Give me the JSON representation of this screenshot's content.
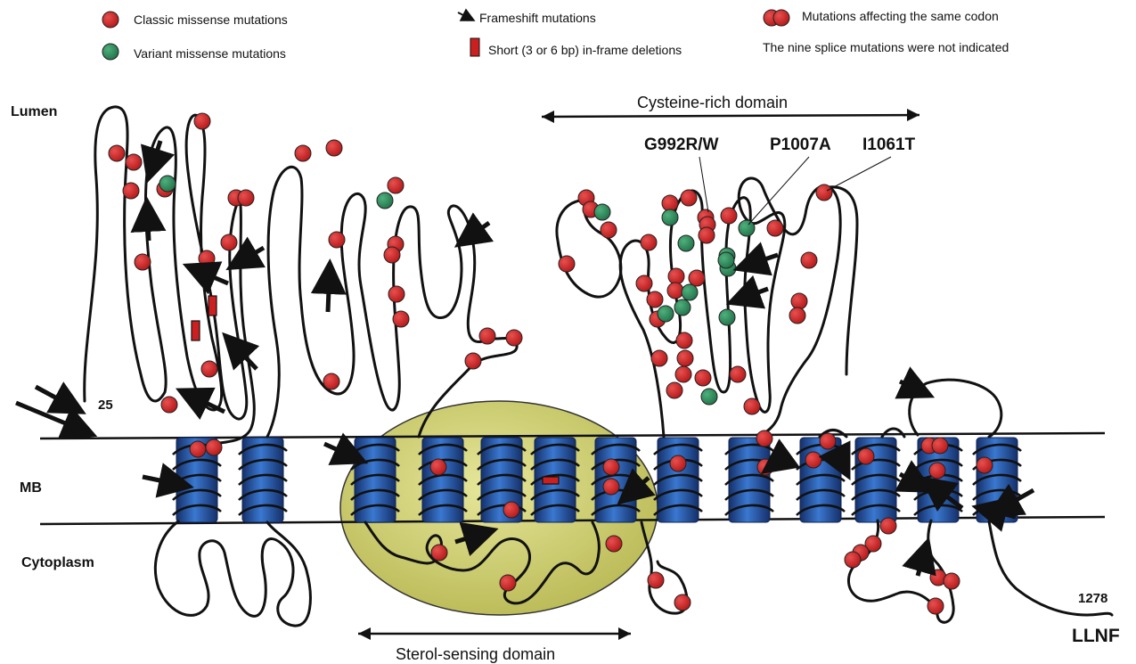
{
  "legend": {
    "classic": "Classic missense  mutations",
    "variant": "Variant missense mutations",
    "frameshift": "Frameshift mutations",
    "deletion": "Short (3 or 6 bp) in-frame deletions",
    "same_codon": "Mutations affecting the same codon",
    "splice_note": "The nine splice mutations were not indicated"
  },
  "regions": {
    "lumen": "Lumen",
    "membrane": "MB",
    "cytoplasm": "Cytoplasm"
  },
  "domains": {
    "cysteine": "Cysteine-rich domain",
    "sterol": "Sterol-sensing domain"
  },
  "mutation_labels": {
    "g992": "G992R/W",
    "p1007": "P1007A",
    "i1061": "I1061T"
  },
  "positions": {
    "start": "25",
    "end": "1278",
    "c_terminus": "LLNF"
  },
  "colors": {
    "classic": "#cc2020",
    "variant": "#2e8b5a",
    "helix": "#2f63b5",
    "sterol_domain": "#cfcf6e",
    "chain": "#111111"
  }
}
